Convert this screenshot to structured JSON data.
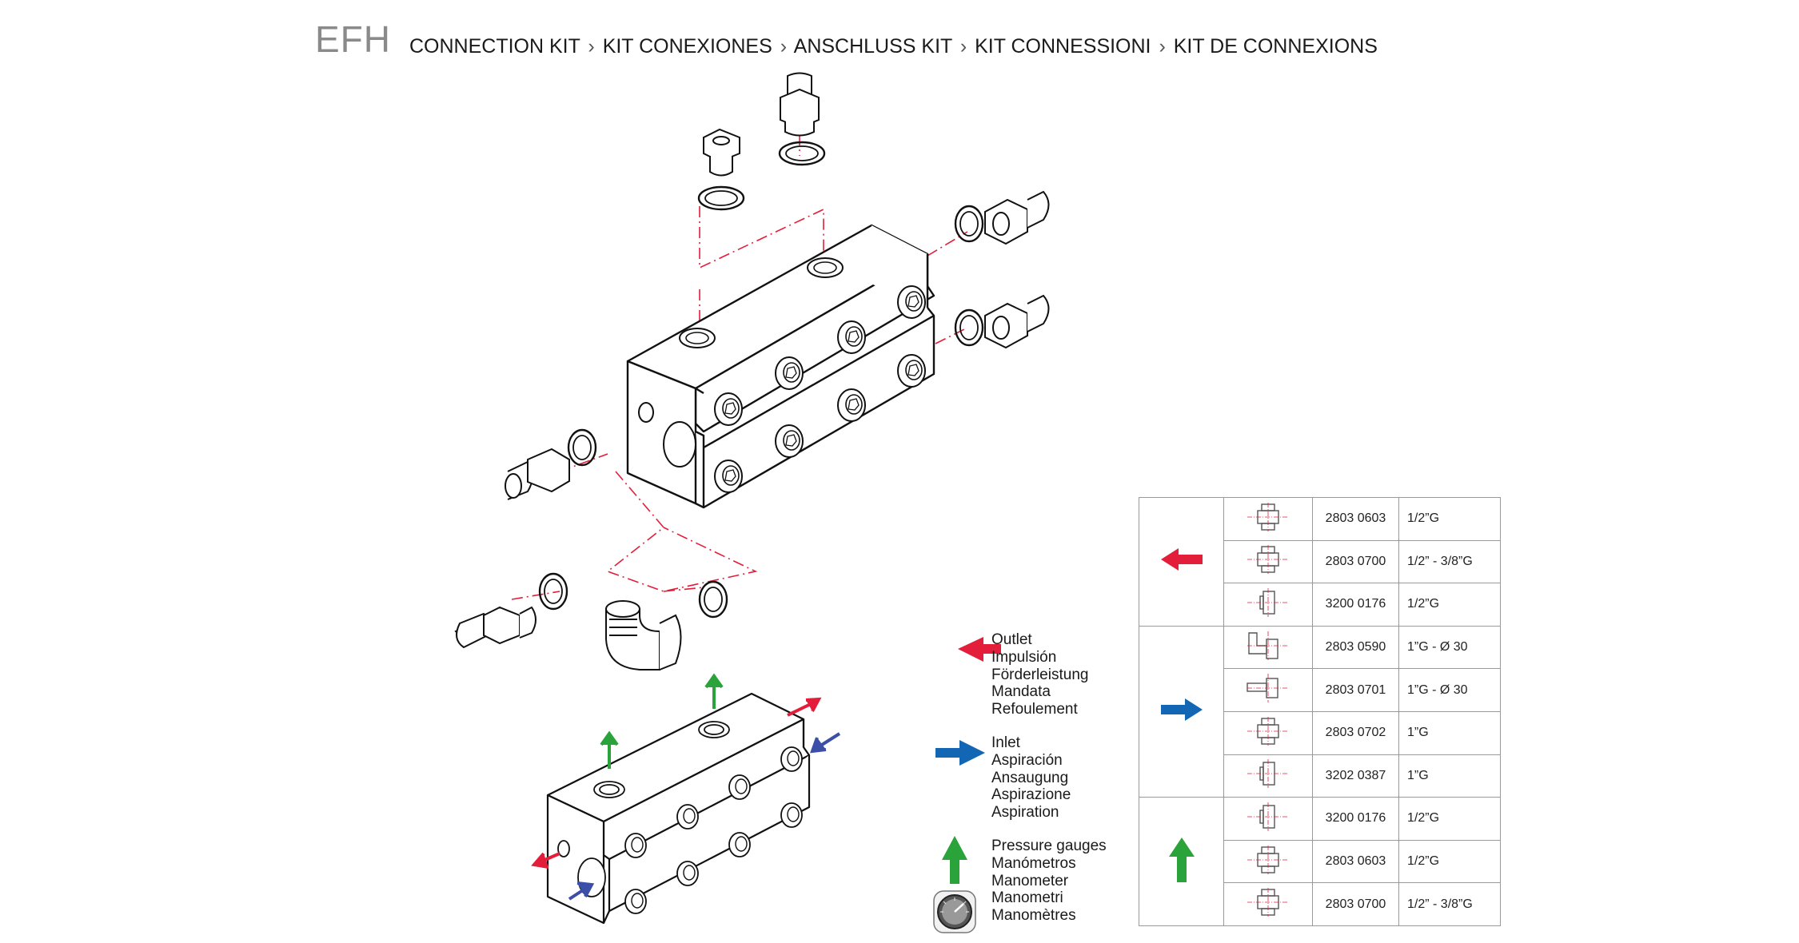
{
  "header": {
    "code": "EFH",
    "title_parts": [
      "CONNECTION KIT",
      "KIT CONEXIONES",
      "ANSCHLUSS KIT",
      "KIT CONNESSIONI",
      "KIT DE CONNEXIONS"
    ],
    "separator": "›"
  },
  "legend": {
    "outlet": {
      "lines": [
        "Outlet",
        "Impulsión",
        "Förderleistung",
        "Mandata",
        "Refoulement"
      ],
      "color": "#e31e3a",
      "icon": "arrow-left-icon"
    },
    "inlet": {
      "lines": [
        "Inlet",
        "Aspiración",
        "Ansaugung",
        "Aspirazione",
        "Aspiration"
      ],
      "color": "#1366b4",
      "icon": "arrow-right-icon"
    },
    "gauges": {
      "lines": [
        "Pressure gauges",
        "Manómetros",
        "Manometer",
        "Manometri",
        "Manomètres"
      ],
      "color": "#2aa33a",
      "icon": "arrow-up-icon",
      "gauge_icon": "pressure-gauge-icon"
    }
  },
  "parts_table": {
    "groups": [
      {
        "direction": "outlet",
        "arrow_icon": "arrow-left-icon",
        "color": "#e31e3a",
        "rows": [
          {
            "code": "2803 0603",
            "size": "1/2”G",
            "symbol": "union-fitting-icon"
          },
          {
            "code": "2803 0700",
            "size": "1/2” - 3/8”G",
            "symbol": "union-fitting-icon"
          },
          {
            "code": "3200 0176",
            "size": "1/2”G",
            "symbol": "plug-fitting-icon"
          }
        ]
      },
      {
        "direction": "inlet",
        "arrow_icon": "arrow-right-icon",
        "color": "#1366b4",
        "rows": [
          {
            "code": "2803 0590",
            "size": "1”G - Ø 30",
            "symbol": "elbow-fitting-icon"
          },
          {
            "code": "2803 0701",
            "size": "1”G - Ø 30",
            "symbol": "hose-fitting-icon"
          },
          {
            "code": "2803 0702",
            "size": "1”G",
            "symbol": "union-fitting-icon"
          },
          {
            "code": "3202 0387",
            "size": "1”G",
            "symbol": "plug-fitting-icon"
          }
        ]
      },
      {
        "direction": "gauges",
        "arrow_icon": "arrow-up-icon",
        "color": "#2aa33a",
        "rows": [
          {
            "code": "3200 0176",
            "size": "1/2”G",
            "symbol": "plug-fitting-icon"
          },
          {
            "code": "2803 0603",
            "size": "1/2”G",
            "symbol": "union-fitting-icon"
          },
          {
            "code": "2803 0700",
            "size": "1/2” - 3/8”G",
            "symbol": "union-fitting-icon"
          }
        ]
      }
    ]
  }
}
